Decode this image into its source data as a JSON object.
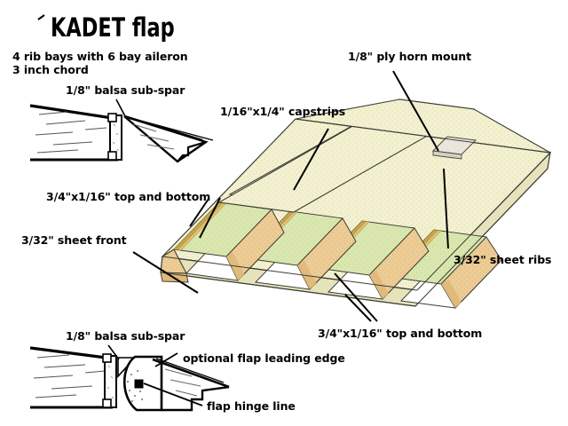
{
  "drawing": {
    "title": "KADET flap",
    "notes": [
      "4 rib bays with 6 bay aileron",
      "3 inch chord"
    ],
    "background_color": "#ffffff",
    "line_color": "#000000"
  },
  "labels": {
    "sub_spar_top": "1/8\" balsa sub-spar",
    "capstrips": "1/16\"x1/4\" capstrips",
    "horn_mount": "1/8\" ply horn mount",
    "top_bottom_upper": "3/4\"x1/16\" top and bottom",
    "sheet_front": "3/32\" sheet front",
    "sheet_ribs": "3/32\" sheet ribs",
    "top_bottom_lower": "3/4\"x1/16\" top and bottom",
    "sub_spar_bottom": "1/8\" balsa sub-spar",
    "optional_le": "optional flap leading edge",
    "hinge_line": "flap hinge line"
  },
  "colors": {
    "sheet_cream": "#f2f0cf",
    "sheet_cream_dark": "#e8e5bd",
    "bay_green": "#d9e7ae",
    "rib_tan": "#eccb94",
    "rib_tan_dark": "#dfb977",
    "capstrip_gold": "#c8a64a",
    "horn_plate": "#ebe4db",
    "edge_dark": "#4a4a42",
    "outline": "#1a1a1a"
  },
  "structure": {
    "rib_bays": 4,
    "aileron_bays": 6,
    "chord_inches": 3
  }
}
